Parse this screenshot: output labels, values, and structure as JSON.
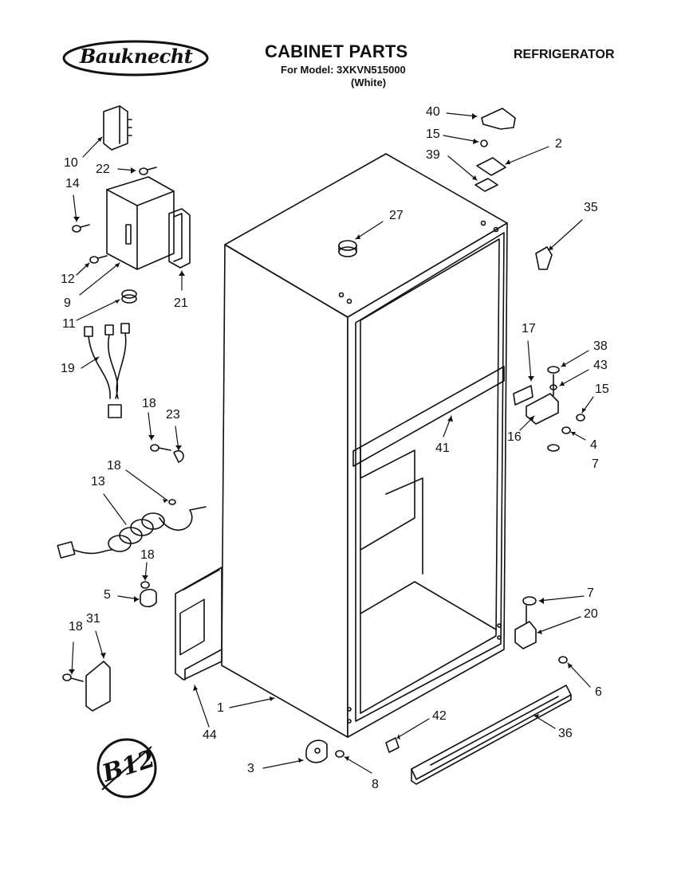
{
  "header": {
    "brand": "Bauknecht",
    "title": "CABINET PARTS",
    "model_line": "For Model: 3XKVN515000",
    "variant": "(White)",
    "category": "REFRIGERATOR"
  },
  "stamp": {
    "label": "B12"
  },
  "callouts": [
    {
      "id": "c10",
      "text": "10"
    },
    {
      "id": "c22",
      "text": "22"
    },
    {
      "id": "c14",
      "text": "14"
    },
    {
      "id": "c12",
      "text": "12"
    },
    {
      "id": "c9",
      "text": "9"
    },
    {
      "id": "c21",
      "text": "21"
    },
    {
      "id": "c11",
      "text": "11"
    },
    {
      "id": "c19",
      "text": "19"
    },
    {
      "id": "c18a",
      "text": "18"
    },
    {
      "id": "c23",
      "text": "23"
    },
    {
      "id": "c18b",
      "text": "18"
    },
    {
      "id": "c13",
      "text": "13"
    },
    {
      "id": "c18c",
      "text": "18"
    },
    {
      "id": "c5",
      "text": "5"
    },
    {
      "id": "c18d",
      "text": "18"
    },
    {
      "id": "c31",
      "text": "31"
    },
    {
      "id": "c1",
      "text": "1"
    },
    {
      "id": "c44",
      "text": "44"
    },
    {
      "id": "c3",
      "text": "3"
    },
    {
      "id": "c8",
      "text": "8"
    },
    {
      "id": "c42",
      "text": "42"
    },
    {
      "id": "c36",
      "text": "36"
    },
    {
      "id": "c6",
      "text": "6"
    },
    {
      "id": "c20",
      "text": "20"
    },
    {
      "id": "c7b",
      "text": "7"
    },
    {
      "id": "c7a",
      "text": "7"
    },
    {
      "id": "c4",
      "text": "4"
    },
    {
      "id": "c16",
      "text": "16"
    },
    {
      "id": "c15b",
      "text": "15"
    },
    {
      "id": "c43",
      "text": "43"
    },
    {
      "id": "c38",
      "text": "38"
    },
    {
      "id": "c17",
      "text": "17"
    },
    {
      "id": "c41",
      "text": "41"
    },
    {
      "id": "c27",
      "text": "27"
    },
    {
      "id": "c35",
      "text": "35"
    },
    {
      "id": "c40",
      "text": "40"
    },
    {
      "id": "c15a",
      "text": "15"
    },
    {
      "id": "c2",
      "text": "2"
    },
    {
      "id": "c39",
      "text": "39"
    }
  ]
}
